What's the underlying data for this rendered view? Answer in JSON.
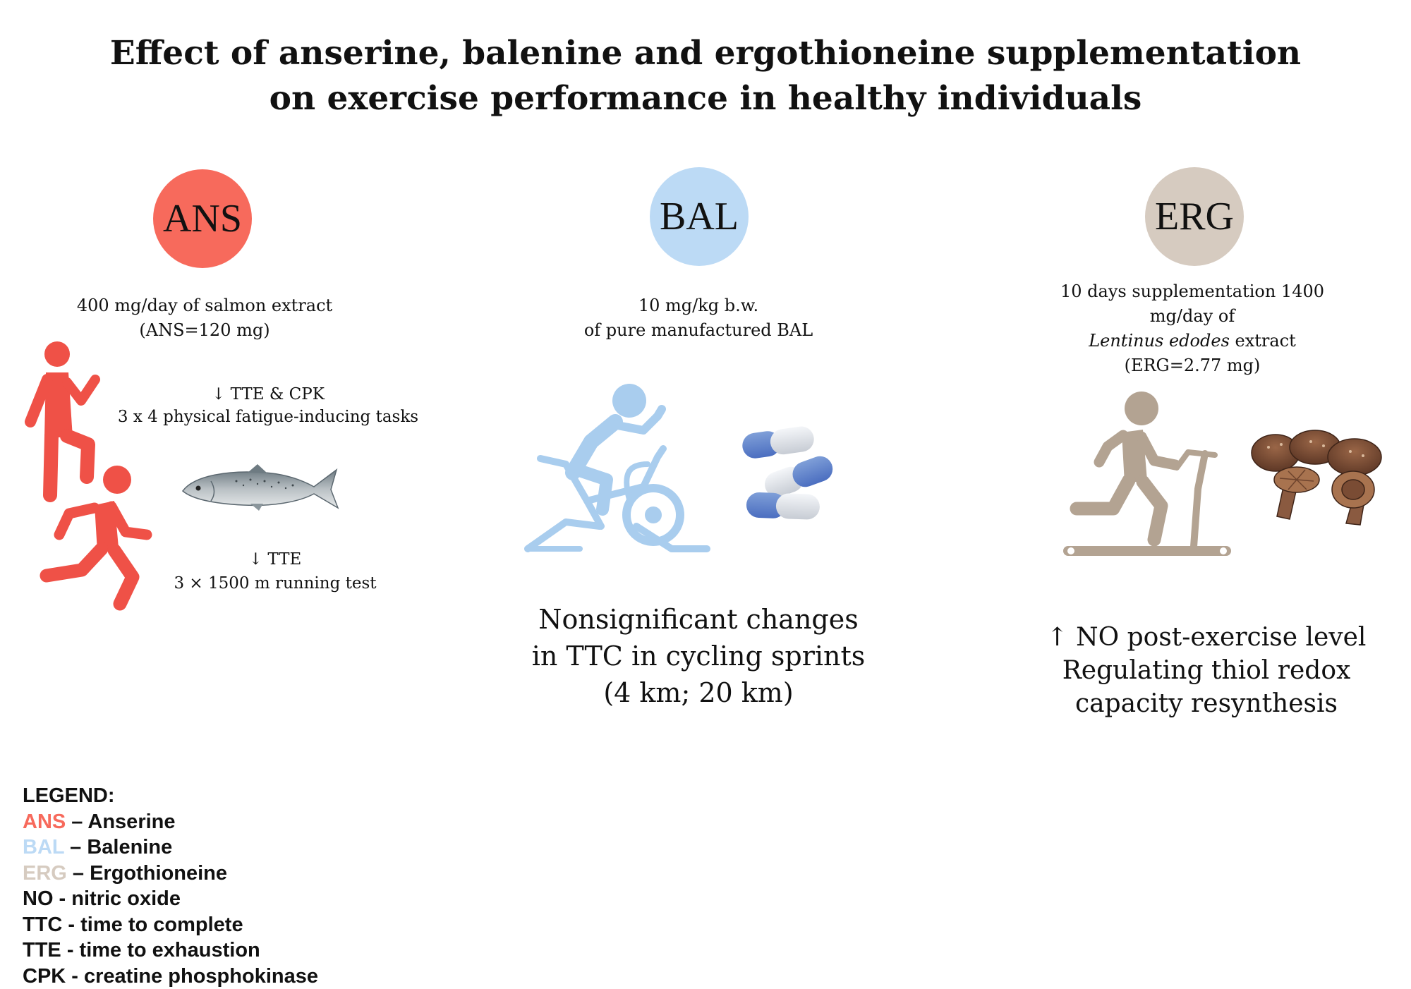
{
  "title": {
    "line1": "Effect of anserine, balenine and ergothioneine supplementation",
    "line2": "on exercise performance in healthy individuals"
  },
  "colors": {
    "ans": "#f76a5c",
    "bal": "#bcdaf5",
    "erg": "#d6cbc0",
    "ans_figure": "#ef5147",
    "bal_figure": "#a9cdee",
    "erg_figure": "#b3a392",
    "mushroom": "#6e4330"
  },
  "ans": {
    "label": "ANS",
    "dose_line1": "400 mg/day of salmon extract",
    "dose_line2": "(ANS=120 mg)",
    "result1_line1": "↓ TTE & CPK",
    "result1_line2": "3 x 4 physical fatigue-inducing tasks",
    "result2_line1": "↓ TTE",
    "result2_line2": "3 × 1500 m running test"
  },
  "bal": {
    "label": "BAL",
    "dose_line1": "10 mg/kg b.w.",
    "dose_line2": "of pure manufactured BAL",
    "outcome_line1": "Nonsignificant changes",
    "outcome_line2": "in TTC in cycling sprints",
    "outcome_line3": "(4 km; 20 km)"
  },
  "erg": {
    "label": "ERG",
    "dose_line1": "10 days supplementation 1400",
    "dose_line2": "mg/day of",
    "dose_line3_italic": "Lentinus edodes",
    "dose_line3_rest": " extract",
    "dose_line4": "(ERG=2.77 mg)",
    "outcome_line1": "↑ NO post-exercise level",
    "outcome_line2": "Regulating thiol redox",
    "outcome_line3": "capacity resynthesis"
  },
  "legend": {
    "heading": "LEGEND:",
    "ans_abbr": "ANS",
    "ans_text": " – Anserine",
    "bal_abbr": "BAL",
    "bal_text": " – Balenine",
    "erg_abbr": "ERG",
    "erg_text": " – Ergothioneine",
    "no": "NO - nitric oxide",
    "ttc": "TTC - time to complete",
    "tte": "TTE - time to exhaustion",
    "cpk": "CPK - creatine phosphokinase"
  }
}
